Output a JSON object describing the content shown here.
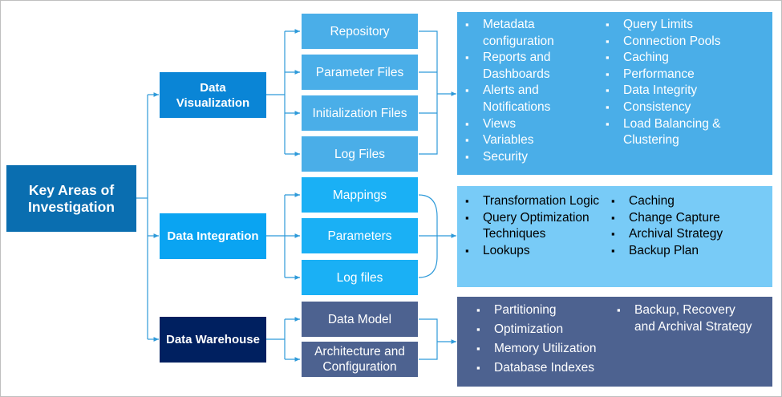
{
  "root": {
    "label": "Key Areas of Investigation"
  },
  "categories": [
    {
      "label": "Data Visualization",
      "components": [
        "Repository",
        "Parameter Files",
        "Initialization Files",
        "Log Files"
      ],
      "details_left": [
        "Metadata configuration",
        "Reports and Dashboards",
        "Alerts and Notifications",
        "Views",
        "Variables",
        "Security"
      ],
      "details_right": [
        "Query Limits",
        "Connection Pools",
        "Caching",
        "Performance",
        "Data Integrity",
        "Consistency",
        "Load Balancing & Clustering"
      ]
    },
    {
      "label": "Data Integration",
      "components": [
        "Mappings",
        "Parameters",
        "Log files"
      ],
      "details_left": [
        "Transformation Logic",
        "Query Optimization Techniques",
        "Lookups"
      ],
      "details_right": [
        "Caching",
        "Change Capture",
        "Archival Strategy",
        "Backup Plan"
      ]
    },
    {
      "label": "Data Warehouse",
      "components": [
        "Data Model",
        "Architecture and Configuration"
      ],
      "details_left": [
        "Partitioning",
        "Optimization",
        "Memory Utilization",
        "Database Indexes"
      ],
      "details_right": [
        "Backup, Recovery and Archival Strategy"
      ]
    }
  ],
  "colors": {
    "root": "#0a6eb0",
    "visualization": "#0a85d6",
    "integration": "#0aa4f2",
    "warehouse": "#002060",
    "connector": "#2e9ad9"
  }
}
